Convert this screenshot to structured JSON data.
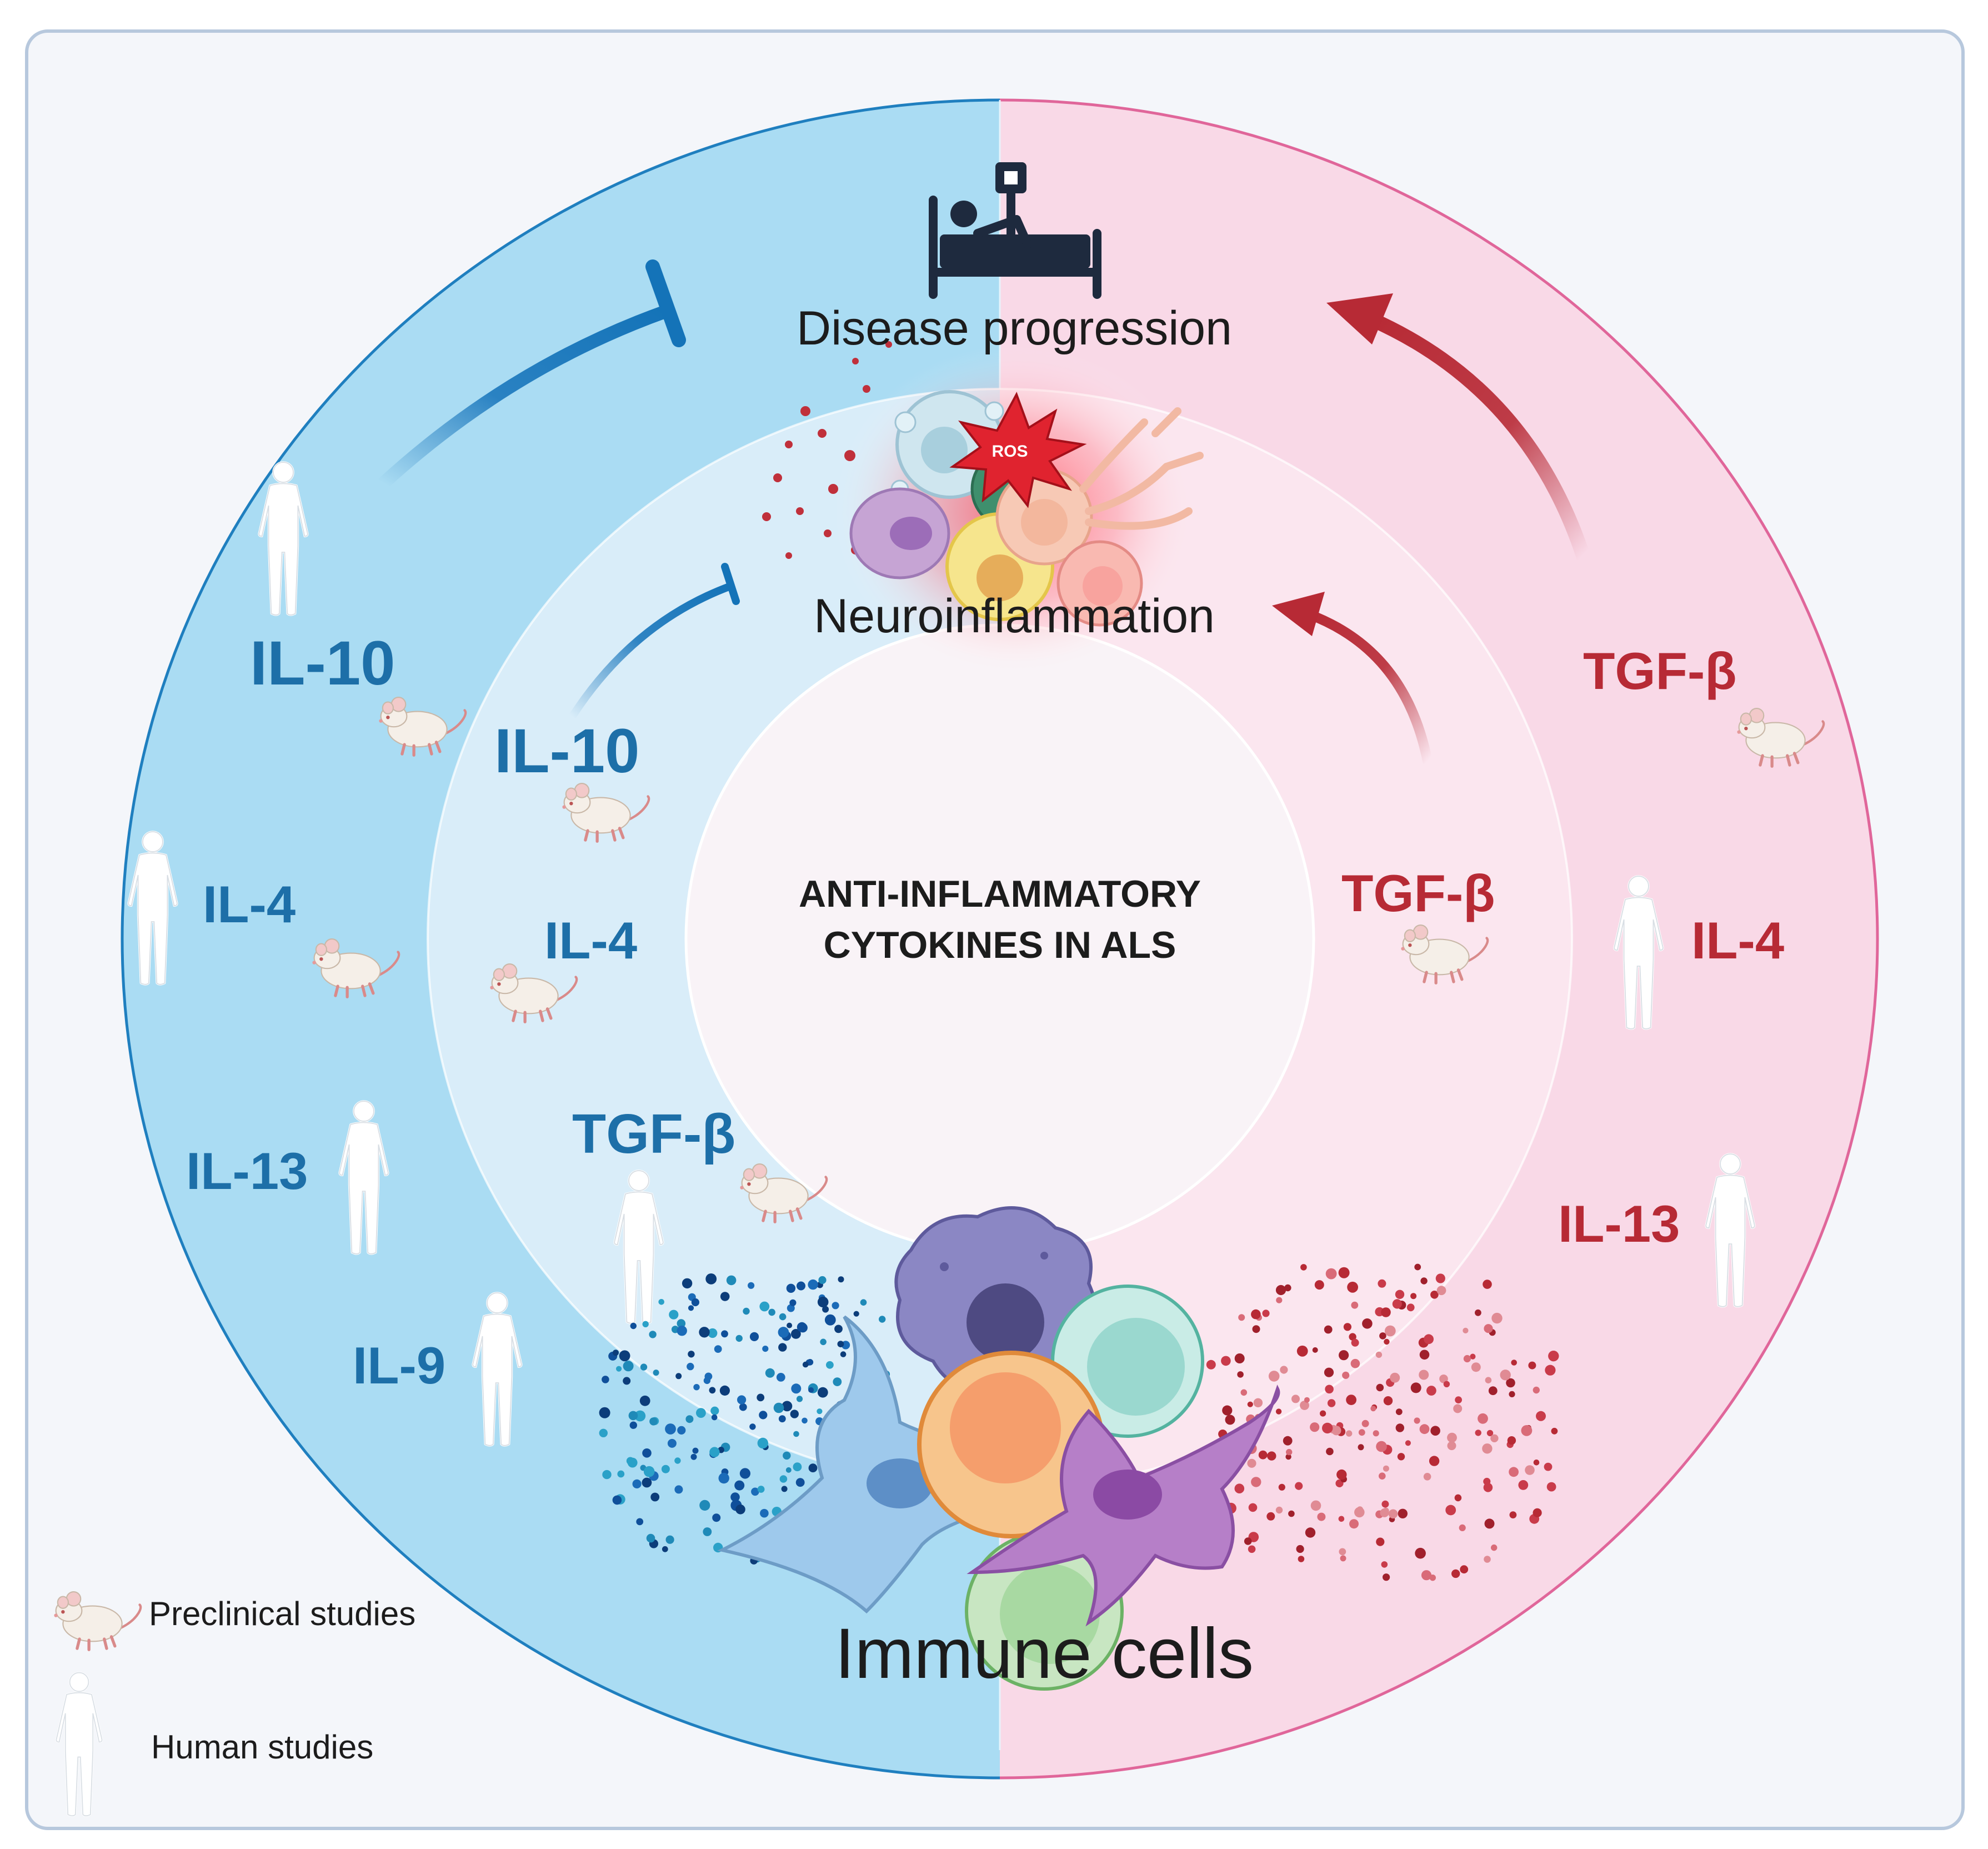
{
  "center": {
    "line1": "ANTI-INFLAMMATORY",
    "line2": "CYTOKINES IN ALS"
  },
  "top": {
    "disease_progression": "Disease progression",
    "neuroinflammation": "Neuroinflammation",
    "ros": "ROS"
  },
  "bottom": {
    "immune_cells": "Immune cells"
  },
  "left_outer": {
    "il10": "IL-10",
    "il4": "IL-4",
    "il13": "IL-13",
    "il9": "IL-9"
  },
  "left_inner": {
    "il10": "IL-10",
    "il4": "IL-4",
    "tgfb": "TGF-β"
  },
  "right_outer": {
    "tgfb": "TGF-β",
    "il4": "IL-4",
    "il13": "IL-13"
  },
  "right_inner": {
    "tgfb": "TGF-β"
  },
  "legend": {
    "preclinical": "Preclinical  studies",
    "human": "Human studies"
  },
  "colors": {
    "anti_blue": "#1d6fa8",
    "pro_red": "#b72a35",
    "outer_blue": "#aadcf3",
    "inner_blue": "#d9edf9",
    "outer_pink": "#f9d9e7",
    "inner_pink": "#fbe6ef",
    "frame": "#b7c8dd"
  }
}
